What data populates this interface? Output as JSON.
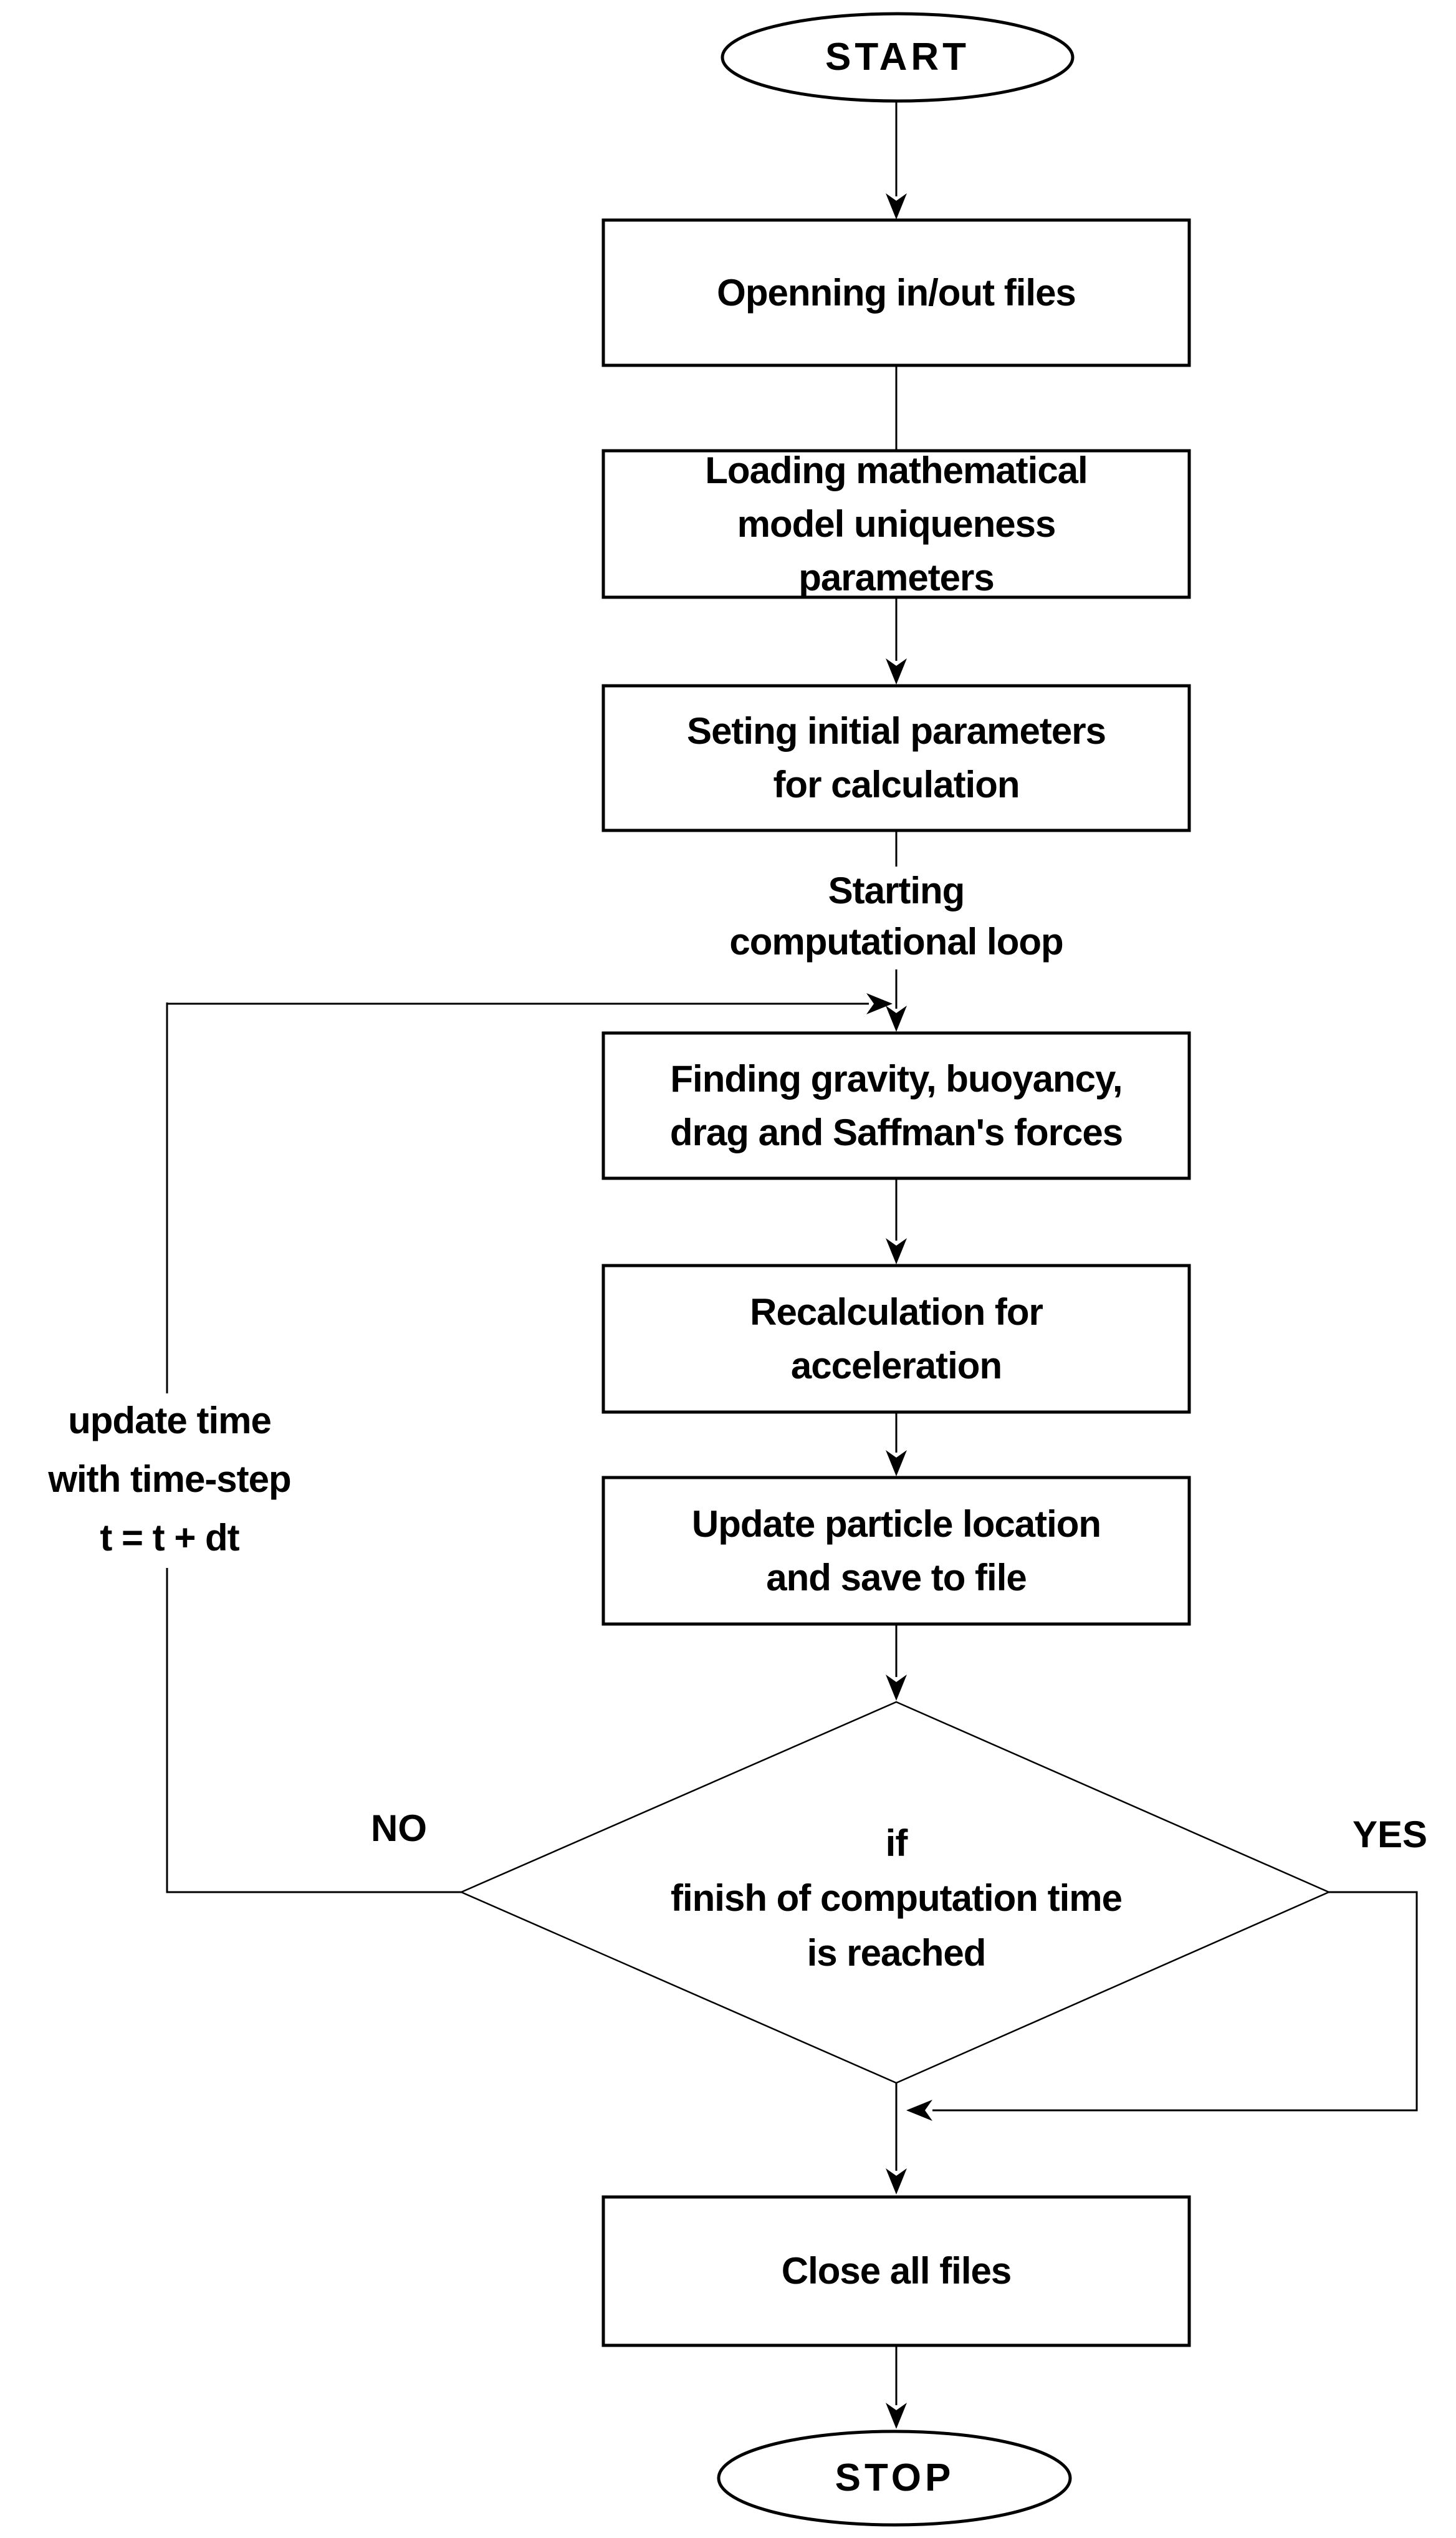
{
  "flowchart": {
    "nodes": {
      "start": "START",
      "open_files": "Openning in/out files",
      "load_parameters": "Loading mathematical\nmodel uniqueness\nparameters",
      "set_initial": "Seting initial parameters\nfor calculation",
      "find_forces": "Finding gravity, buoyancy,\ndrag and Saffman's forces",
      "recalculation": "Recalculation for\nacceleration",
      "update_location": "Update particle location\nand save to file",
      "decision": "if\nfinish of computation time\nis reached",
      "close_files": "Close all files",
      "stop": "STOP"
    },
    "labels": {
      "loop_start": "Starting\ncomputational loop",
      "no": "NO",
      "yes": "YES",
      "update_time": "update time\nwith time-step\nt = t + dt"
    },
    "colors": {
      "line": "#000000",
      "background": "#ffffff",
      "text": "#000000"
    }
  }
}
